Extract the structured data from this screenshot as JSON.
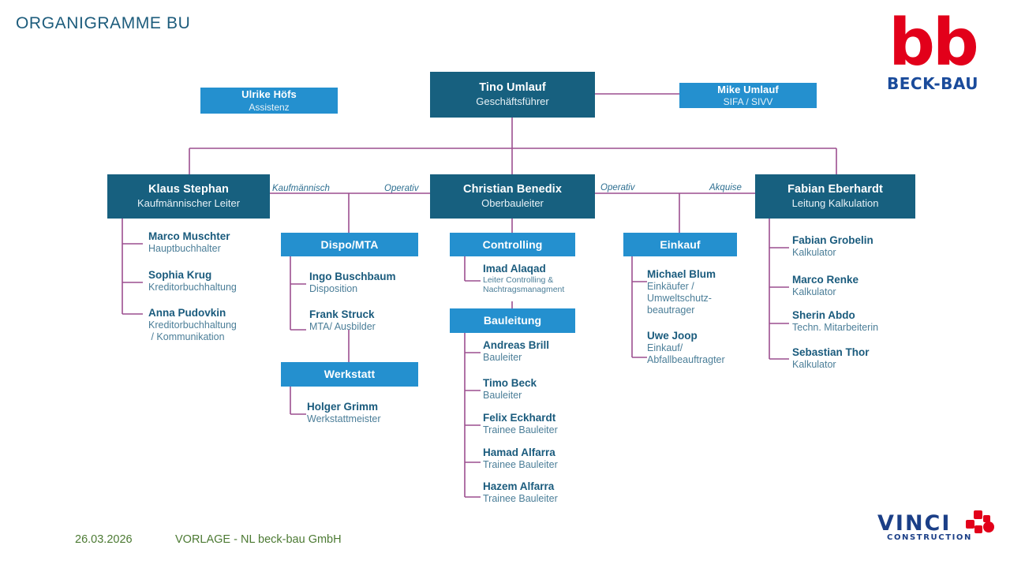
{
  "page": {
    "title": "ORGANIGRAMME BU",
    "accent_dark": "#17607f",
    "accent_light": "#2490cf",
    "connector_color": "#9c4f8f",
    "title_color": "#1d5c7c",
    "footer_color": "#4c7a33"
  },
  "footer": {
    "date": "26.03.2026",
    "note": "VORLAGE - NL beck-bau GmbH"
  },
  "logos": {
    "beck_bau": {
      "mark": "bb",
      "wordmark": "BECK-BAU"
    },
    "vinci": {
      "mark": "VINCI",
      "wordmark": "CONSTRUCTION"
    }
  },
  "nodes": {
    "ceo": {
      "name": "Tino Umlauf",
      "role": "Geschäftsführer"
    },
    "assistenz": {
      "name": "Ulrike Höfs",
      "role": "Assistenz"
    },
    "sifa": {
      "name": "Mike Umlauf",
      "role": "SIFA / SIVV"
    },
    "kaufm": {
      "name": "Klaus Stephan",
      "role": "Kaufmännischer Leiter"
    },
    "oberbau": {
      "name": "Christian Benedix",
      "role": "Oberbauleiter"
    },
    "kalk": {
      "name": "Fabian Eberhardt",
      "role": "Leitung Kalkulation"
    },
    "dispo": {
      "name": "Dispo/MTA",
      "role": ""
    },
    "werkstatt": {
      "name": "Werkstatt",
      "role": ""
    },
    "controlling": {
      "name": "Controlling",
      "role": ""
    },
    "bauleitung": {
      "name": "Bauleitung",
      "role": ""
    },
    "einkauf": {
      "name": "Einkauf",
      "role": ""
    }
  },
  "edge_labels": {
    "kaufmaennisch": "Kaufmännisch",
    "operativ_left": "Operativ",
    "operativ_right": "Operativ",
    "akquise": "Akquise"
  },
  "teams": {
    "kaufmaennisch_staff": [
      {
        "name": "Marco Muschter",
        "role": "Hauptbuchhalter"
      },
      {
        "name": "Sophia Krug",
        "role": "Kreditorbuchhaltung"
      },
      {
        "name": "Anna Pudovkin",
        "role": "Kreditorbuchhaltung\n / Kommunikation"
      }
    ],
    "dispo_staff": [
      {
        "name": "Ingo Buschbaum",
        "role": "Disposition"
      },
      {
        "name": "Frank Struck",
        "role": "MTA/ Ausbilder"
      }
    ],
    "werkstatt_staff": [
      {
        "name": "Holger Grimm",
        "role": "Werkstattmeister"
      }
    ],
    "controlling_staff": [
      {
        "name": "Imad Alaqad",
        "role": "Leiter Controlling &\nNachtragsmanagment"
      }
    ],
    "bauleitung_staff": [
      {
        "name": "Andreas Brill",
        "role": "Bauleiter"
      },
      {
        "name": "Timo Beck",
        "role": "Bauleiter"
      },
      {
        "name": "Felix Eckhardt",
        "role": "Trainee Bauleiter"
      },
      {
        "name": "Hamad Alfarra",
        "role": "Trainee Bauleiter"
      },
      {
        "name": "Hazem Alfarra",
        "role": "Trainee Bauleiter"
      }
    ],
    "einkauf_staff": [
      {
        "name": "Michael Blum",
        "role": "Einkäufer /\nUmweltschutz-\nbeautrager"
      },
      {
        "name": "Uwe Joop",
        "role": "Einkauf/\nAbfallbeauftragter"
      }
    ],
    "kalkulation_staff": [
      {
        "name": "Fabian Grobelin",
        "role": "Kalkulator"
      },
      {
        "name": "Marco Renke",
        "role": "Kalkulator"
      },
      {
        "name": "Sherin Abdo",
        "role": "Techn. Mitarbeiterin"
      },
      {
        "name": "Sebastian Thor",
        "role": "Kalkulator"
      }
    ]
  }
}
